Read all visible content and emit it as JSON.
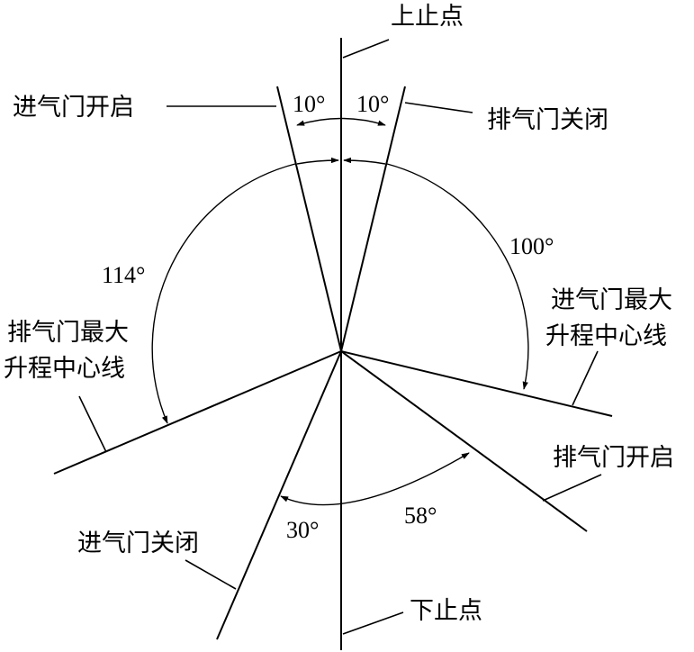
{
  "labels": {
    "tdc": "上止点",
    "bdc": "下止点",
    "intake_open": "进气门开启",
    "exhaust_close": "排气门关闭",
    "intake_max_lift_line1": "进气门最大",
    "intake_max_lift_line2": "升程中心线",
    "exhaust_max_lift_line1": "排气门最大",
    "exhaust_max_lift_line2": "升程中心线",
    "exhaust_open": "排气门开启",
    "intake_close": "进气门关闭"
  },
  "angles": {
    "intake_open_btdc": "10°",
    "exhaust_close_atdc": "10°",
    "exhaust_max_lift": "100°",
    "intake_max_lift": "114°",
    "exhaust_open_bbdc": "58°",
    "intake_close_abdc": "30°"
  }
}
